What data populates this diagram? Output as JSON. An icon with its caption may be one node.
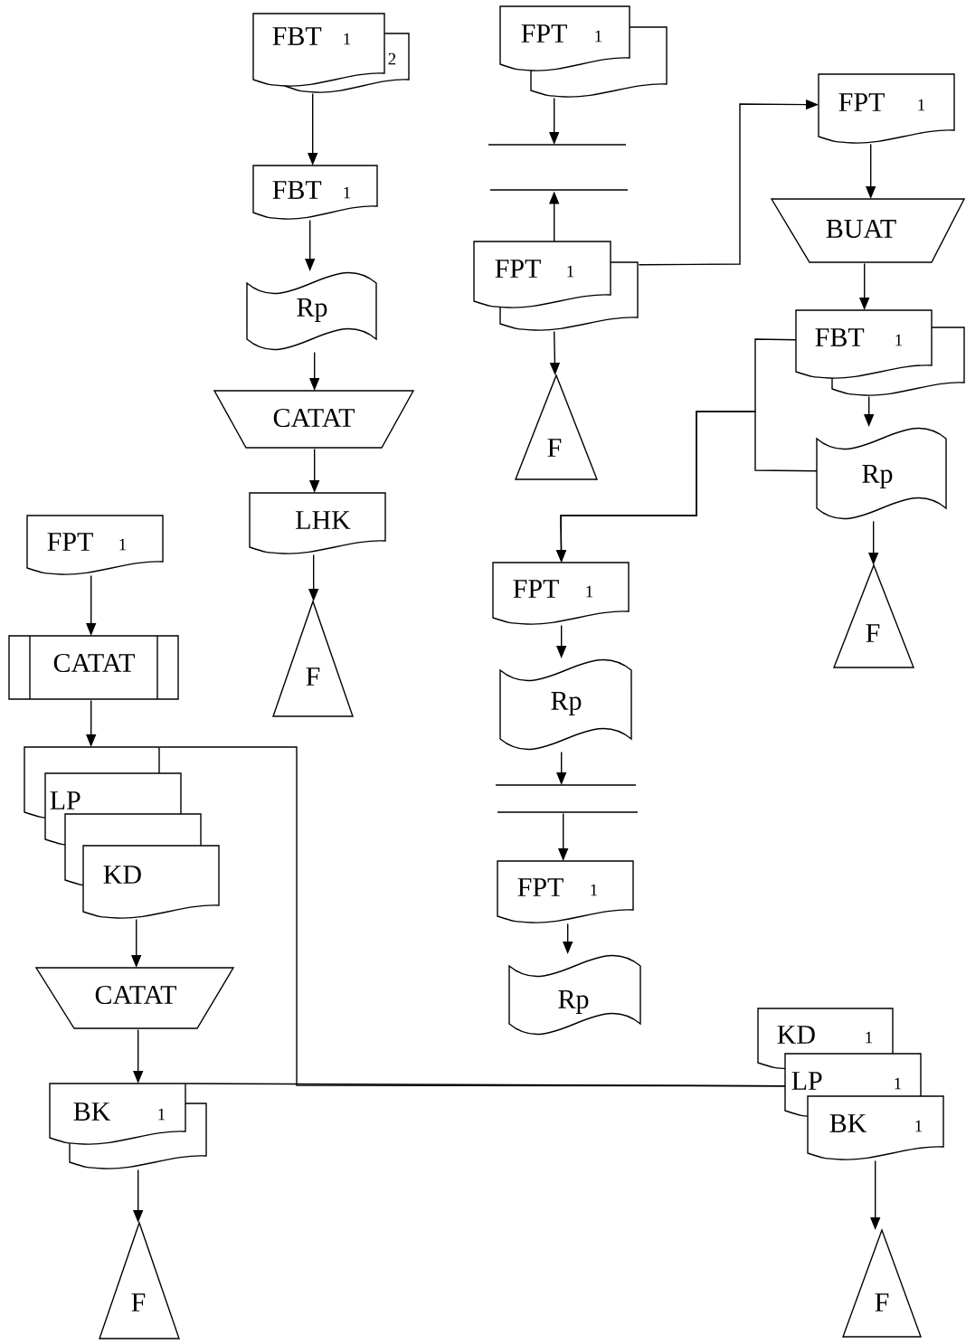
{
  "diagram": {
    "nodes": [
      {
        "text": [
          "FBT",
          "1",
          "2"
        ]
      },
      {
        "text": [
          "FBT",
          "1"
        ]
      },
      {
        "text": [
          "Rp"
        ]
      },
      {
        "text": [
          "CATAT"
        ]
      },
      {
        "text": [
          "LHK"
        ]
      },
      {
        "text": [
          "F"
        ]
      },
      {
        "text": [
          "FPT",
          "1"
        ]
      },
      {
        "text": [],
        "shape": "lines"
      },
      {
        "text": [
          "FPT",
          "1"
        ]
      },
      {
        "text": [
          "F"
        ]
      },
      {
        "text": [
          "FPT",
          "1"
        ]
      },
      {
        "text": [
          "BUAT"
        ]
      },
      {
        "text": [
          "FBT",
          "1"
        ]
      },
      {
        "text": [
          "Rp"
        ]
      },
      {
        "text": [
          "F"
        ]
      },
      {
        "text": [
          "FPT",
          "1"
        ]
      },
      {
        "text": [
          "Rp"
        ]
      },
      {
        "text": [],
        "shape": "lines"
      },
      {
        "text": [
          "FPT",
          "1"
        ]
      },
      {
        "text": [
          "Rp"
        ]
      },
      {
        "text": [
          "FPT",
          "1"
        ]
      },
      {
        "text": [
          "CATAT"
        ]
      },
      {
        "text": [
          "LP",
          "KD"
        ]
      },
      {
        "text": [
          "CATAT"
        ]
      },
      {
        "text": [
          "BK",
          "1"
        ]
      },
      {
        "text": [
          "F"
        ]
      },
      {
        "text": [
          "KD",
          "1"
        ]
      },
      {
        "text": [
          "LP",
          "1"
        ]
      },
      {
        "text": [
          "BK",
          "1"
        ]
      },
      {
        "text": [
          "F"
        ]
      }
    ],
    "edges": [
      {
        "from": 0,
        "to": 1,
        "arrow": "to"
      },
      {
        "from": 1,
        "to": 2,
        "arrow": "to"
      },
      {
        "from": 2,
        "to": 3,
        "arrow": "to"
      },
      {
        "from": 3,
        "to": 4,
        "arrow": "to"
      },
      {
        "from": 4,
        "to": 5,
        "arrow": "to"
      },
      {
        "from": 6,
        "to": 7,
        "arrow": "to"
      },
      {
        "from": 8,
        "to": 7,
        "arrow": "to"
      },
      {
        "from": 8,
        "to": 9,
        "arrow": "to"
      },
      {
        "from": 8,
        "to": 10,
        "arrow": "to"
      },
      {
        "from": 10,
        "to": 11,
        "arrow": "to"
      },
      {
        "from": 11,
        "to": 12,
        "arrow": "to"
      },
      {
        "from": 12,
        "to": 13,
        "arrow": "to"
      },
      {
        "from": 12,
        "to": 15,
        "arrow": "to"
      },
      {
        "from": 13,
        "to": 15,
        "arrow": "to"
      },
      {
        "from": 13,
        "to": 14,
        "arrow": "to"
      },
      {
        "from": 15,
        "to": 16,
        "arrow": "to"
      },
      {
        "from": 16,
        "to": 17,
        "arrow": "to"
      },
      {
        "from": 17,
        "to": 18,
        "arrow": "to"
      },
      {
        "from": 18,
        "to": 19,
        "arrow": "to"
      },
      {
        "from": 20,
        "to": 21,
        "arrow": "to"
      },
      {
        "from": 21,
        "to": 22,
        "arrow": "to"
      },
      {
        "from": 22,
        "to": 23,
        "arrow": "to"
      },
      {
        "from": 23,
        "to": 24,
        "arrow": "to"
      },
      {
        "from": 24,
        "to": 25,
        "arrow": "to"
      },
      {
        "from": 22,
        "to": 27,
        "arrow": "none"
      },
      {
        "from": 24,
        "to": 27,
        "arrow": "none"
      },
      {
        "from": 28,
        "to": 29,
        "arrow": "to"
      }
    ]
  }
}
